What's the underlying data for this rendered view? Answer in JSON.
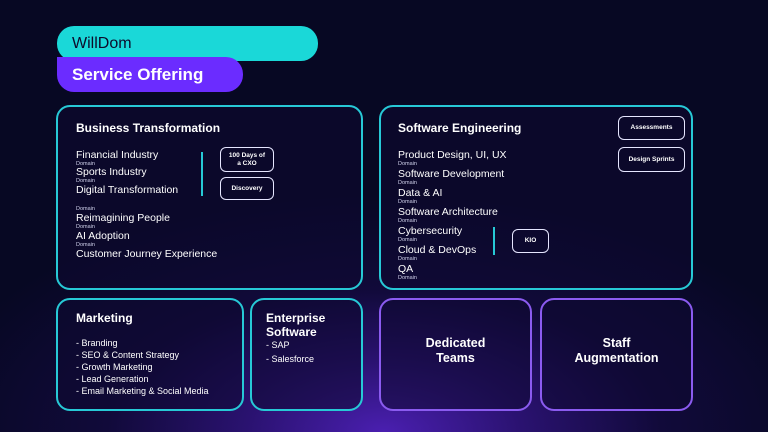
{
  "header": {
    "brand": "WillDom",
    "title": "Service Offering"
  },
  "business": {
    "title": "Business Transformation",
    "items": [
      "Financial Industry",
      "Sports Industry",
      "Digital Transformation",
      "Reimagining People",
      "AI Adoption",
      "Customer Journey Experience"
    ],
    "tag": "Domain",
    "chips": [
      "100 Days of a CXO",
      "Discovery"
    ]
  },
  "software": {
    "title": "Software Engineering",
    "items": [
      "Product Design, UI, UX",
      "Software Development",
      "Data & AI",
      "Software Architecture",
      "Cybersecurity",
      "Cloud & DevOps",
      "QA"
    ],
    "tag": "Domain",
    "chips": [
      "Assessments",
      "Design Sprints",
      "KIO"
    ]
  },
  "marketing": {
    "title": "Marketing",
    "items": [
      "- Branding",
      "- SEO & Content Strategy",
      "- Growth Marketing",
      "- Lead Generation",
      "- Email Marketing & Social Media"
    ]
  },
  "enterprise": {
    "title_line1": "Enterprise",
    "title_line2": "Software",
    "items": [
      "- SAP",
      "- Salesforce"
    ]
  },
  "dedicated": {
    "line1": "Dedicated",
    "line2": "Teams"
  },
  "staff": {
    "line1": "Staff",
    "line2": "Augmentation"
  },
  "colors": {
    "teal": "#27c9d6",
    "violet": "#8b5bf0",
    "brand_pill": "#1ad8d8",
    "title_pill": "#6b2cff"
  }
}
